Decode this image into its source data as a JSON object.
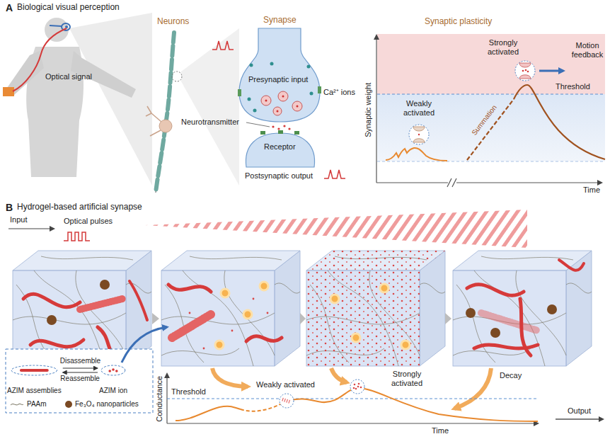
{
  "diagram": {
    "nodes": [
      {
        "text": [
          "AZIM assemblies"
        ]
      },
      {
        "text": [
          "AZIM ion"
        ]
      }
    ],
    "edges": [
      {
        "from": 0,
        "to": 1,
        "label": "Disassemble",
        "arrow": "to"
      },
      {
        "from": 1,
        "to": 0,
        "label": "Reassemble",
        "arrow": "to"
      }
    ],
    "labels": [
      "A",
      "Biological visual perception",
      "Optical signal",
      "Neurons",
      "Synapse",
      "Synaptic plasticity",
      "Presynaptic input",
      "Ca²⁺ ions",
      "Neurotransmitter",
      "Receptor",
      "Postsynaptic output",
      "Strongly activated",
      "Motion feedback",
      "Threshold",
      "Weakly activated",
      "Summation",
      "Synaptic weight",
      "Time",
      "B",
      "Hydrogel-based artificial synapse",
      "Input",
      "Optical pulses",
      "Weakly activated",
      "Strongly activated",
      "Decay",
      "Threshold",
      "Conductance",
      "Time",
      "Output"
    ],
    "legend": [
      {
        "text": "PAAm"
      },
      {
        "text": "Fe₃O₄ nanoparticles",
        "color": "#7b4a23"
      }
    ]
  }
}
